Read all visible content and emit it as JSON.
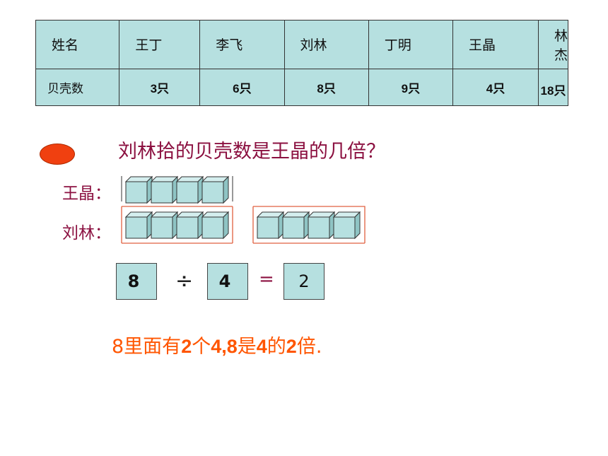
{
  "table": {
    "header_label": "姓名",
    "row_label": "贝壳数",
    "names": [
      "王丁",
      "李飞",
      "刘林",
      "丁明",
      "王晶",
      "林杰"
    ],
    "counts": [
      "3只",
      "6只",
      "8只",
      "9只",
      "4只",
      "18只"
    ]
  },
  "question": "刘林拾的贝壳数是王晶的几倍？",
  "labels": {
    "wangjing": "王晶：",
    "liulin": "刘林："
  },
  "cubes": {
    "wangjing_count": 4,
    "liulin_groups": 2,
    "per_group": 4,
    "fill": "#b6e0e0"
  },
  "equation": {
    "dividend": "8",
    "operator": "÷",
    "divisor": "4",
    "equals": "=",
    "result": "2"
  },
  "answer": {
    "p1": "8里面有",
    "b1": "2",
    "p2": "个",
    "b2": "4,8",
    "p3": "是",
    "b3": "4",
    "p4": "的",
    "b4": "2",
    "p5": "倍."
  },
  "colors": {
    "accent": "#8b1040",
    "answer": "#ff5500",
    "bullet": "#f04010"
  }
}
